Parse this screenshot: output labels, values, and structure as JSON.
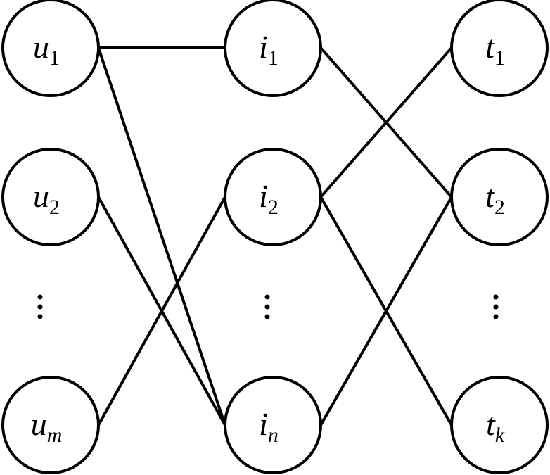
{
  "nodes": [
    {
      "id": "u1",
      "base": "u",
      "sub": "1",
      "sub_italic": false
    },
    {
      "id": "u2",
      "base": "u",
      "sub": "2",
      "sub_italic": false
    },
    {
      "id": "um",
      "base": "u",
      "sub": "m",
      "sub_italic": true
    },
    {
      "id": "i1",
      "base": "i",
      "sub": "1",
      "sub_italic": false
    },
    {
      "id": "i2",
      "base": "i",
      "sub": "2",
      "sub_italic": false
    },
    {
      "id": "in",
      "base": "i",
      "sub": "n",
      "sub_italic": true
    },
    {
      "id": "t1",
      "base": "t",
      "sub": "1",
      "sub_italic": false
    },
    {
      "id": "t2",
      "base": "t",
      "sub": "2",
      "sub_italic": false
    },
    {
      "id": "tk",
      "base": "t",
      "sub": "k",
      "sub_italic": true
    }
  ],
  "edges": [
    [
      "u1",
      "i1"
    ],
    [
      "u1",
      "in"
    ],
    [
      "u2",
      "in"
    ],
    [
      "um",
      "i2"
    ],
    [
      "i1",
      "t2"
    ],
    [
      "i2",
      "t1"
    ],
    [
      "i2",
      "tk"
    ],
    [
      "in",
      "t2"
    ]
  ],
  "ellipsis_columns": [
    "u",
    "i",
    "t"
  ],
  "colors": {
    "stroke": "#000000",
    "background": "#ffffff",
    "node_fill": "#ffffff"
  }
}
